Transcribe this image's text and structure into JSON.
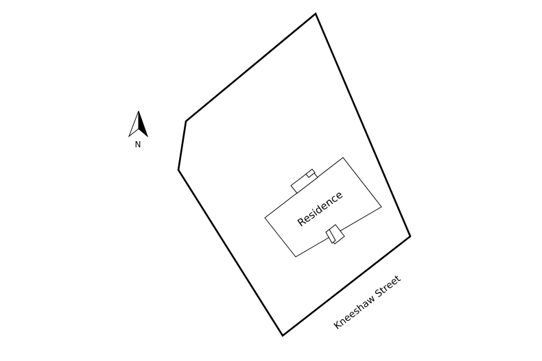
{
  "diagram": {
    "type": "site-plan",
    "north_arrow": {
      "label": "N"
    },
    "building": {
      "label": "Residence"
    },
    "street": {
      "label": "Kneeshaw Street"
    },
    "colors": {
      "line": "#000000",
      "background": "#ffffff"
    }
  }
}
